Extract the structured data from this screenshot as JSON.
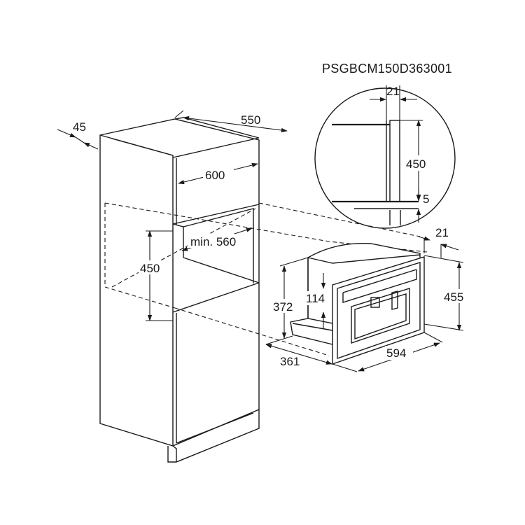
{
  "model_code": "PSGBCM150D363001",
  "colors": {
    "line": "#1a1a1a",
    "background": "#ffffff"
  },
  "dimensions": {
    "cabinet_side": "45",
    "cabinet_depth": "550",
    "cabinet_width": "600",
    "niche_depth_min": "min. 560",
    "niche_height": "450",
    "appliance_body_height": "372",
    "appliance_front_offset": "114",
    "appliance_depth": "361",
    "appliance_width": "594",
    "appliance_front_height": "455",
    "appliance_front_thickness": "21",
    "detail_gap_top": "21",
    "detail_height": "450",
    "detail_gap_bottom": "5"
  }
}
